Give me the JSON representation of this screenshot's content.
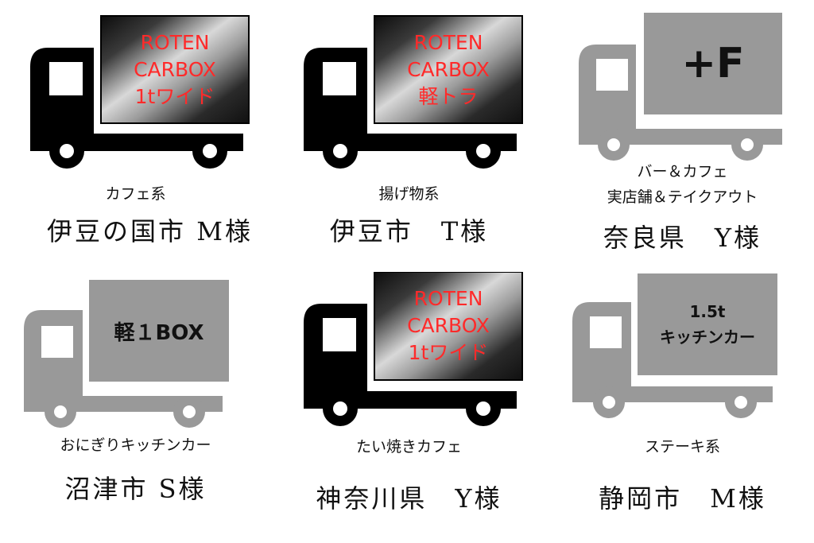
{
  "colors": {
    "truck_black": "#000000",
    "truck_gray": "#999999",
    "box_text_red": "#ff2a2a",
    "box_text_dark": "#111111"
  },
  "cards": [
    {
      "box_lines": [
        "ROTEN",
        "CARBOX",
        "1tワイド"
      ],
      "category_lines": [
        "カフェ系"
      ],
      "customer": "伊豆の国市 M様"
    },
    {
      "box_lines": [
        "ROTEN",
        "CARBOX",
        "軽トラ"
      ],
      "category_lines": [
        "揚げ物系"
      ],
      "customer": "伊豆市　T様"
    },
    {
      "box_lines": [
        "+F"
      ],
      "category_lines": [
        "バー＆カフェ",
        "実店舗＆テイクアウト"
      ],
      "customer": "奈良県　Y様"
    },
    {
      "box_lines": [
        "軽１BOX"
      ],
      "category_lines": [
        "おにぎりキッチンカー"
      ],
      "customer": "沼津市 S様"
    },
    {
      "box_lines": [
        "ROTEN",
        "CARBOX",
        "1tワイド"
      ],
      "category_lines": [
        "たい焼きカフェ"
      ],
      "customer": "神奈川県　Y様"
    },
    {
      "box_lines": [
        "1.5t",
        "キッチンカー"
      ],
      "category_lines": [
        "ステーキ系"
      ],
      "customer": "静岡市　M様"
    }
  ]
}
